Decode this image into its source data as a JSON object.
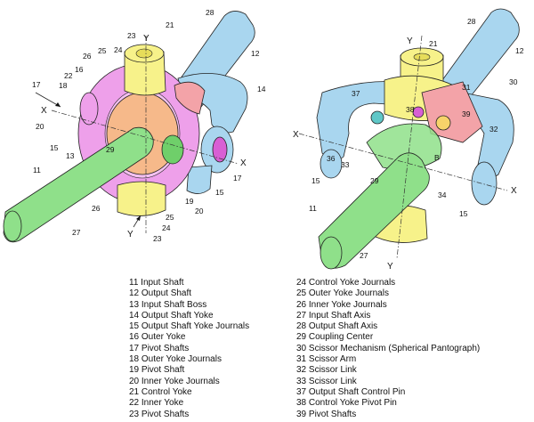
{
  "legend_left": [
    "11 Input Shaft",
    "12 Output Shaft",
    "13 Input Shaft Boss",
    "14 Output Shaft Yoke",
    "15 Output Shaft Yoke Journals",
    "16 Outer Yoke",
    "17 Pivot Shafts",
    "18 Outer Yoke Journals",
    "19 Pivot Shaft",
    "20 Inner Yoke Journals",
    "21 Control Yoke",
    "22 Inner Yoke",
    "23 Pivot Shafts"
  ],
  "legend_right": [
    "24 Control Yoke Journals",
    "25 Outer Yoke Journals",
    "26 Inner Yoke Journals",
    "27  Input Shaft Axis",
    "28 Output Shaft Axis",
    "29 Coupling Center",
    "30 Scissor Mechanism (Spherical Pantograph)",
    "31 Scissor Arm",
    "32 Scissor Link",
    "33 Scissor Link",
    "37 Output Shaft Control Pin",
    "38 Control Yoke Pivot Pin",
    "39 Pivot Shafts"
  ],
  "left_figure_labels": [
    "21",
    "28",
    "23",
    "Y",
    "26",
    "25",
    "24",
    "12",
    "22",
    "16",
    "18",
    "17",
    "14",
    "X",
    "20",
    "15",
    "13",
    "29",
    "X",
    "17",
    "11",
    "15",
    "19",
    "26",
    "20",
    "25",
    "24",
    "27",
    "Y",
    "23"
  ],
  "right_figure_labels": [
    "28",
    "Y",
    "21",
    "12",
    "37",
    "31",
    "30",
    "38",
    "39",
    "32",
    "X",
    "36",
    "33",
    "B",
    "29",
    "34",
    "15",
    "X",
    "11",
    "15",
    "27",
    "Y"
  ],
  "colors": {
    "input_shaft": "#8fe08a",
    "output_shaft": "#a9d6ef",
    "outer_yoke": "#eea0ea",
    "inner_yoke": "#f6b98a",
    "control_yoke": "#f7f28a",
    "scissor": "#f3a3a8",
    "pin": "#d85fd4"
  }
}
